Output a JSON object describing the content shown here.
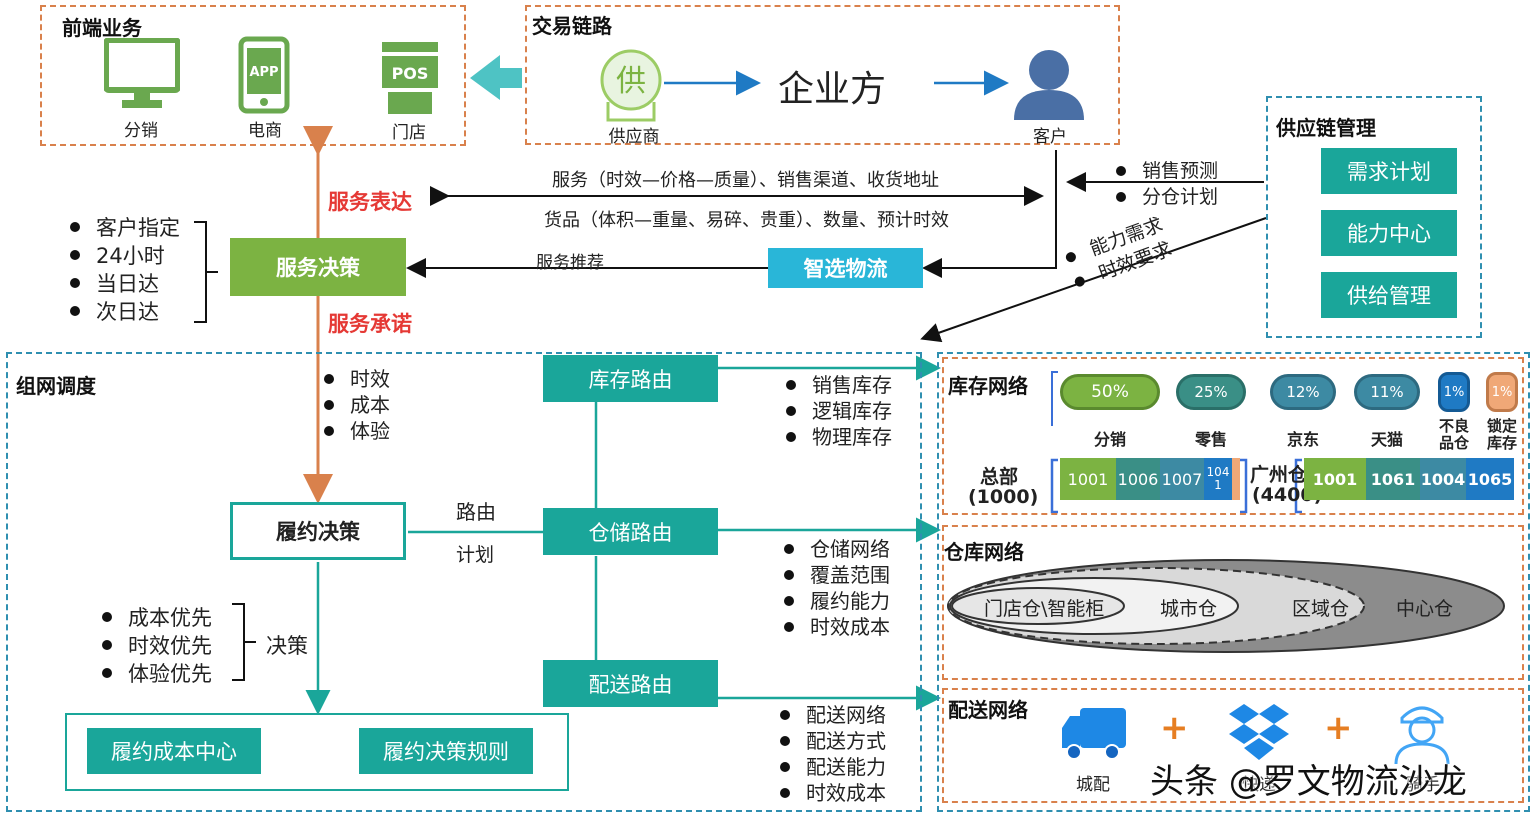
{
  "frontend": {
    "title": "前端业务",
    "items": [
      {
        "label": "分销"
      },
      {
        "label": "电商"
      },
      {
        "label": "门店"
      }
    ],
    "app_text": "APP",
    "pos_text": "POS"
  },
  "trade": {
    "title": "交易链路",
    "supplier_glyph": "供",
    "supplier_label": "供应商",
    "enterprise": "企业方",
    "customer_label": "客户"
  },
  "scm": {
    "title": "供应链管理",
    "boxes": [
      "需求计划",
      "能力中心",
      "供给管理"
    ],
    "forecast": [
      "销售预测",
      "分仓计划"
    ],
    "diag_items": [
      "能力需求",
      "时效要求"
    ]
  },
  "flows": {
    "service_line": "服务（时效—价格—质量）、销售渠道、收货地址",
    "goods_line": "货品（体积—重量、易碎、贵重）、数量、预计时效",
    "recommend": "服务推荐"
  },
  "service": {
    "express": "服务表达",
    "promise": "服务承诺",
    "decision": "服务决策",
    "smart": "智选物流",
    "options": [
      "客户指定",
      "24小时",
      "当日达",
      "次日达"
    ],
    "criteria": [
      "时效",
      "成本",
      "体验"
    ]
  },
  "network": {
    "title": "组网调度",
    "fulfill_decision": "履约决策",
    "route_label": "路由",
    "plan_label": "计划",
    "decision_label": "决策",
    "priorities": [
      "成本优先",
      "时效优先",
      "体验优先"
    ],
    "cost_center": "履约成本中心",
    "rules": "履约决策规则",
    "routes": [
      {
        "label": "库存路由",
        "items": [
          "销售库存",
          "逻辑库存",
          "物理库存"
        ]
      },
      {
        "label": "仓储路由",
        "items": [
          "仓储网络",
          "覆盖范围",
          "履约能力",
          "时效成本"
        ]
      },
      {
        "label": "配送路由",
        "items": [
          "配送网络",
          "配送方式",
          "配送能力",
          "时效成本"
        ]
      }
    ]
  },
  "inventory": {
    "title": "库存网络",
    "channels": [
      {
        "label": "分销",
        "pct": "50%",
        "color": "#7cb342"
      },
      {
        "label": "零售",
        "pct": "25%",
        "color": "#3a8f86"
      },
      {
        "label": "京东",
        "pct": "12%",
        "color": "#3d8aa3"
      },
      {
        "label": "天猫",
        "pct": "11%",
        "color": "#3d8aa3"
      },
      {
        "label": "不良品仓",
        "pct": "1%",
        "color": "#1f7ac4"
      },
      {
        "label": "锁定库存",
        "pct": "1%",
        "color": "#f0a877"
      }
    ],
    "hq": {
      "label": "总部",
      "code": "(1000)",
      "cells": [
        "1001",
        "1006",
        "1007",
        "1041"
      ]
    },
    "gz": {
      "label": "广州仓",
      "code": "(4400)",
      "cells": [
        "1001",
        "1061",
        "1004",
        "1065"
      ]
    }
  },
  "warehouse": {
    "title": "仓库网络",
    "levels": [
      "门店仓\\智能柜",
      "城市仓",
      "区域仓",
      "中心仓"
    ]
  },
  "delivery": {
    "title": "配送网络",
    "items": [
      "城配",
      "快递",
      "骑手"
    ],
    "plus": "+"
  },
  "watermark": "头条 @罗文物流沙龙"
}
